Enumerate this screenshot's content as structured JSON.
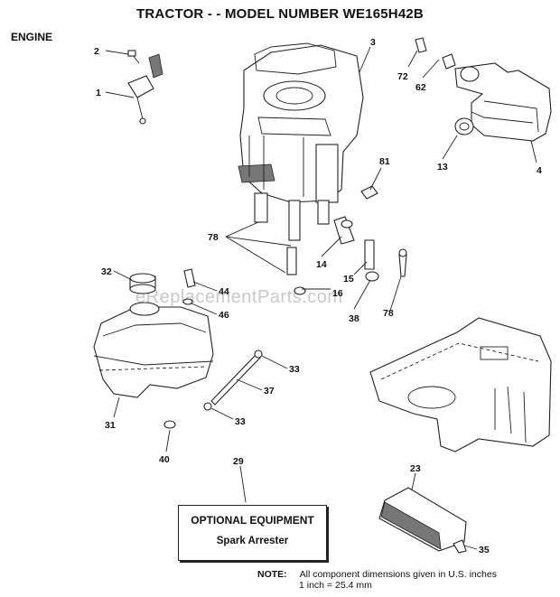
{
  "title": "TRACTOR - - MODEL NUMBER WE165H42B",
  "section": "ENGINE",
  "watermark": "eReplacementParts.com",
  "part_numbers": {
    "p1": "1",
    "p2": "2",
    "p3": "3",
    "p4": "4",
    "p13": "13",
    "p14": "14",
    "p15": "15",
    "p16": "16",
    "p23": "23",
    "p29": "29",
    "p31": "31",
    "p32": "32",
    "p33a": "33",
    "p33b": "33",
    "p35": "35",
    "p37": "37",
    "p38": "38",
    "p40": "40",
    "p44": "44",
    "p46": "46",
    "p62": "62",
    "p72": "72",
    "p78a": "78",
    "p78b": "78",
    "p81": "81"
  },
  "optional_equipment": {
    "heading": "OPTIONAL EQUIPMENT",
    "item": "Spark Arrester"
  },
  "note": {
    "label": "NOTE:",
    "line1": "All component dimensions given in U.S. inches",
    "line2": "1 inch = 25.4 mm"
  }
}
